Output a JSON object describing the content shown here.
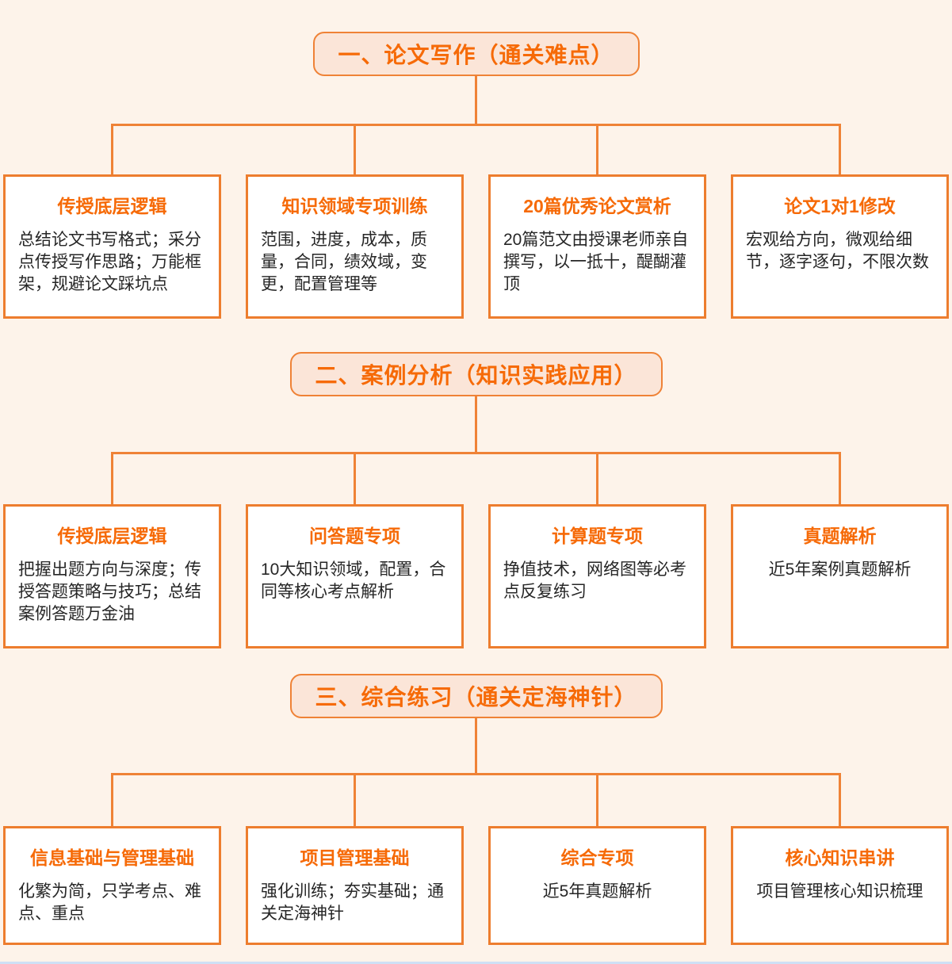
{
  "theme": {
    "page_bg": "#fdf3ea",
    "accent_orange": "#f66a07",
    "border_orange": "#ed7d2e",
    "connector_orange": "#ef8236",
    "pill_bg": "#fbe5d8",
    "card_bg": "#ffffff",
    "body_text": "#262626",
    "bottom_strip_color": "#cfe0f5"
  },
  "sections": [
    {
      "heading": "一、论文写作（通关难点）",
      "cards": [
        {
          "title": "传授底层逻辑",
          "body": "总结论文书写格式；采分点传授写作思路；万能框架，规避论文踩坑点"
        },
        {
          "title": "知识领域专项训练",
          "body": "范围，进度，成本，质量，合同，绩效域，变更，配置管理等"
        },
        {
          "title": "20篇优秀论文赏析",
          "body": "20篇范文由授课老师亲自撰写，以一抵十，醍醐灌顶"
        },
        {
          "title": "论文1对1修改",
          "body": "宏观给方向，微观给细节，逐字逐句，不限次数"
        }
      ]
    },
    {
      "heading": "二、案例分析（知识实践应用）",
      "cards": [
        {
          "title": "传授底层逻辑",
          "body": "把握出题方向与深度；传授答题策略与技巧；总结案例答题万金油"
        },
        {
          "title": "问答题专项",
          "body": "10大知识领域，配置，合同等核心考点解析"
        },
        {
          "title": "计算题专项",
          "body": "挣值技术，网络图等必考点反复练习"
        },
        {
          "title": "真题解析",
          "body": "近5年案例真题解析"
        }
      ]
    },
    {
      "heading": "三、综合练习（通关定海神针）",
      "cards": [
        {
          "title": "信息基础与管理基础",
          "body": "化繁为简，只学考点、难点、重点"
        },
        {
          "title": "项目管理基础",
          "body": "强化训练；夯实基础；通关定海神针"
        },
        {
          "title": "综合专项",
          "body": "近5年真题解析"
        },
        {
          "title": "核心知识串讲",
          "body": "项目管理核心知识梳理"
        }
      ]
    }
  ]
}
